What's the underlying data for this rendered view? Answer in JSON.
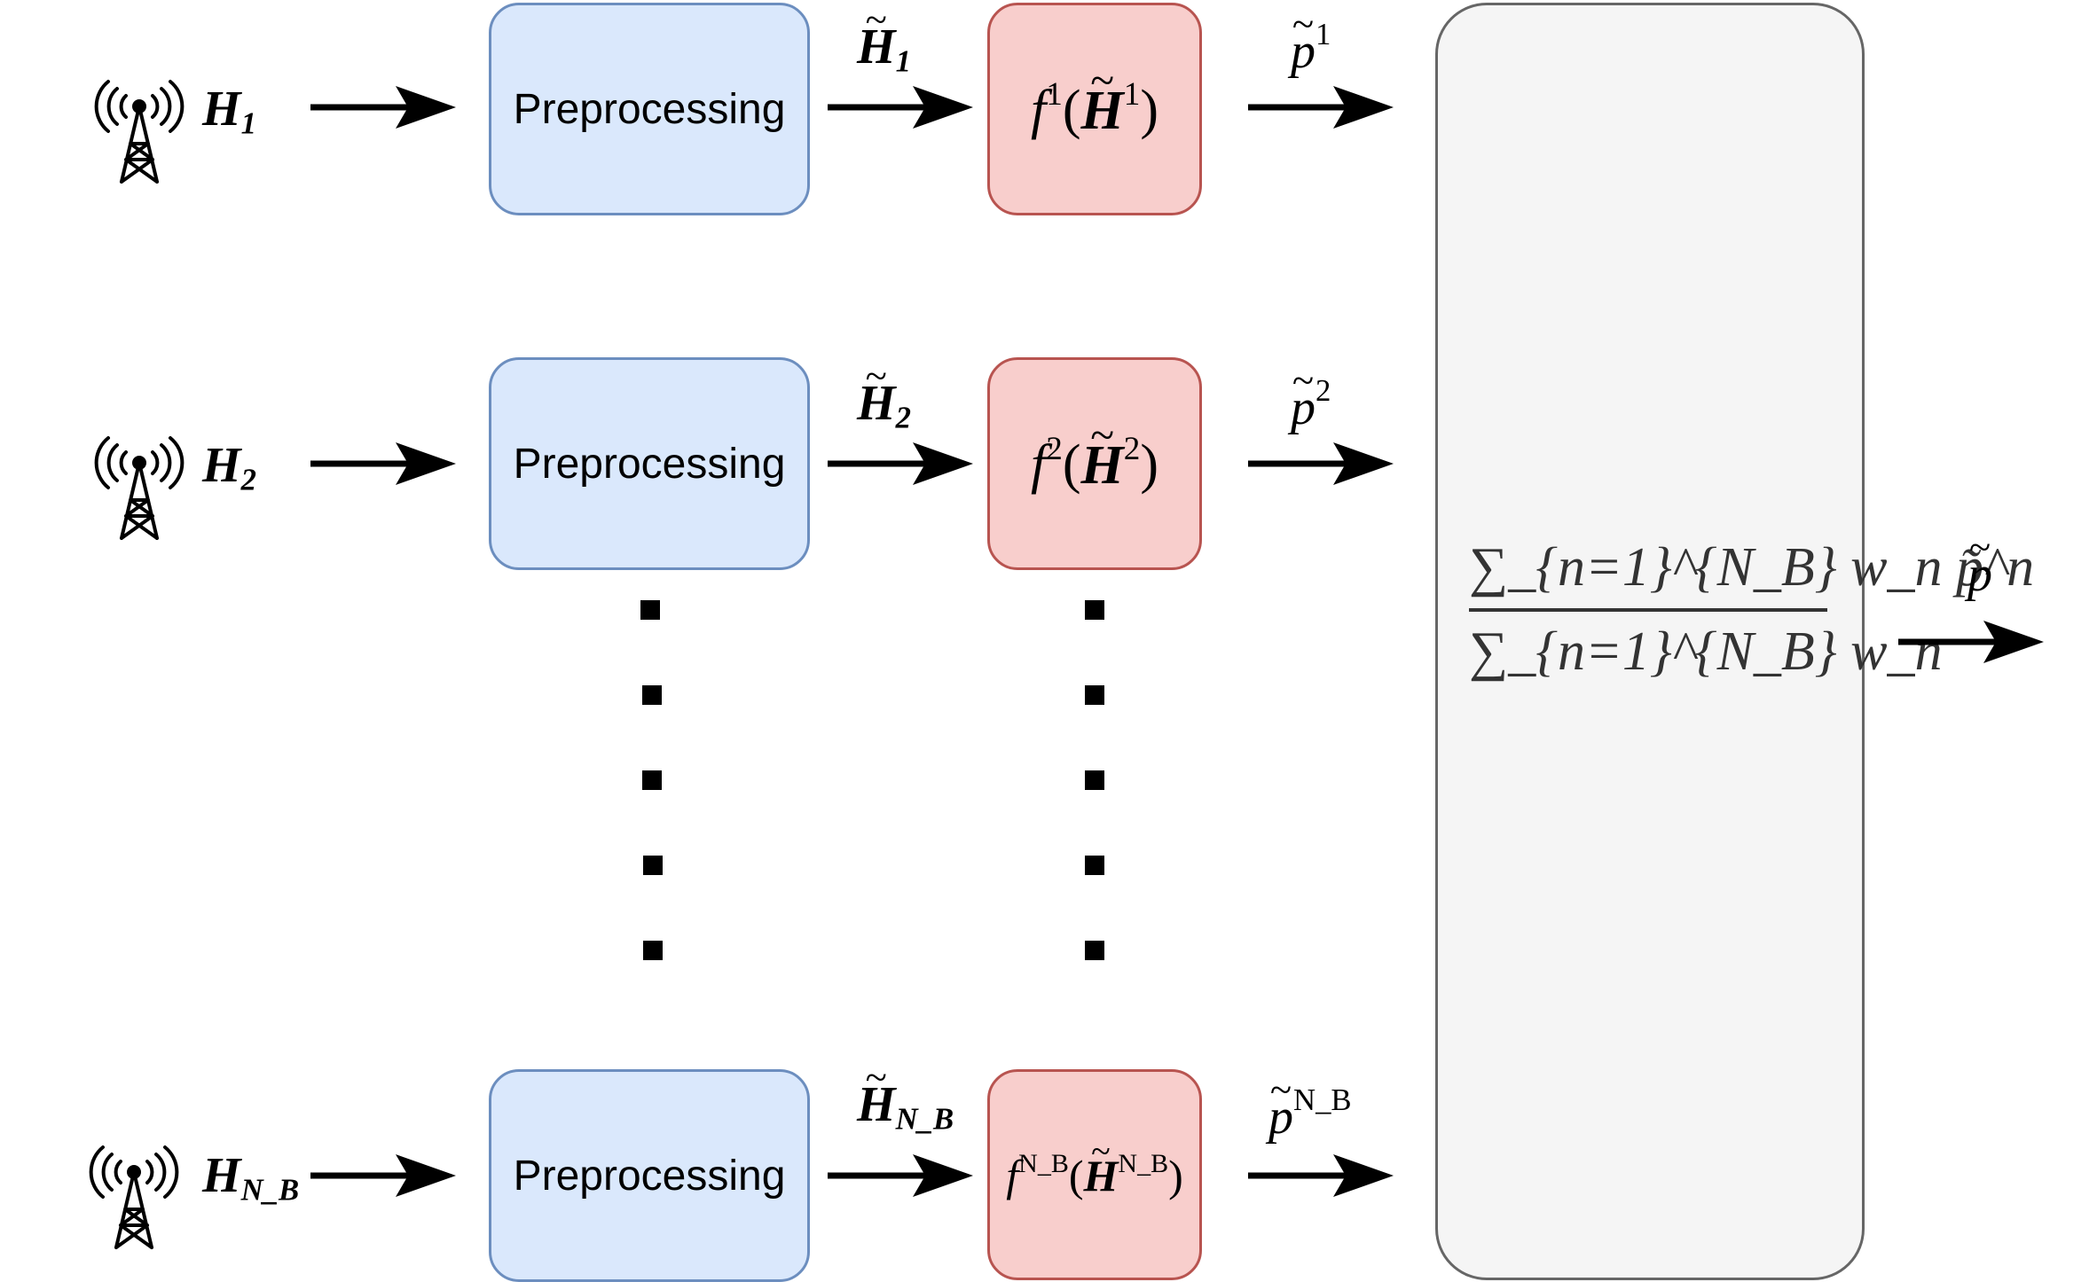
{
  "preprocessing_label": "Preprocessing",
  "rows": [
    {
      "input": {
        "base": "H",
        "sub": "1"
      },
      "pre_out": {
        "base": "H",
        "sub": "1"
      },
      "model": {
        "f_sup": "1",
        "h_sup": "1"
      },
      "pred": {
        "base": "p",
        "sup": "1"
      }
    },
    {
      "input": {
        "base": "H",
        "sub": "2"
      },
      "pre_out": {
        "base": "H",
        "sub": "2"
      },
      "model": {
        "f_sup": "2",
        "h_sup": "2"
      },
      "pred": {
        "base": "p",
        "sup": "2"
      }
    },
    {
      "input": {
        "base": "H",
        "sub": "N_B"
      },
      "pre_out": {
        "base": "H",
        "sub": "N_B"
      },
      "model": {
        "f_sup": "N_B",
        "h_sup": "N_B"
      },
      "pred": {
        "base": "p",
        "sup": "N_B"
      }
    }
  ],
  "aggregation": {
    "numerator": "∑_{n=1}^{N_B} w_n p̃^n",
    "denominator": "∑_{n=1}^{N_B} w_n"
  },
  "output": {
    "base": "p"
  },
  "icons": [
    "antenna-tower-icon"
  ],
  "colors": {
    "pre_fill": "#dae8fc",
    "pre_border": "#6c8ebf",
    "f_fill": "#f8cecc",
    "f_border": "#b85450",
    "agg_fill": "#f5f5f5",
    "agg_border": "#666666"
  }
}
